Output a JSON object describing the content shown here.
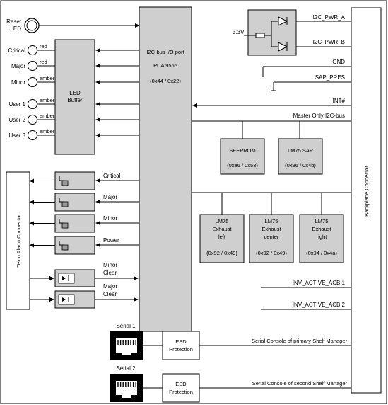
{
  "reset_led": {
    "line1": "Reset",
    "line2": "LED"
  },
  "leds": [
    {
      "label": "Critical",
      "color": "red"
    },
    {
      "label": "Major",
      "color": "red"
    },
    {
      "label": "Minor",
      "color": "amber"
    },
    {
      "label": "User 1",
      "color": "amber"
    },
    {
      "label": "User 2",
      "color": "amber"
    },
    {
      "label": "User 3",
      "color": "amber"
    }
  ],
  "led_buffer": {
    "line1": "LED",
    "line2": "Buffer"
  },
  "io_port": {
    "line1": "I2C-bus I/O port",
    "line2": "PCA 9555",
    "line3": "(0x44 / 0x22)"
  },
  "power": {
    "voltage": "3.3V",
    "pwr_a": "I2C_PWR_A",
    "pwr_b": "I2C_PWR_B"
  },
  "signals": {
    "gnd": "GND",
    "sap_pres": "SAP_PRES",
    "int": "INT#",
    "master_only": "Master Only I2C-bus",
    "inv_acb1": "INV_ACTIVE_ACB 1",
    "inv_acb2": "INV_ACTIVE_ACB 2"
  },
  "seeprom": {
    "line1": "SEEPROM",
    "line2": "(0xa6 / 0x53)"
  },
  "lm75_sap": {
    "line1": "LM75 SAP",
    "line2": "(0x96 / 0x4b)"
  },
  "exhaust": [
    {
      "line1": "LM75",
      "line2": "Exhaust",
      "line3": "left",
      "line4": "(0x92 / 0x49)"
    },
    {
      "line1": "LM75",
      "line2": "Exhaust",
      "line3": "center",
      "line4": "(0x92 / 0x49)"
    },
    {
      "line1": "LM75",
      "line2": "Exhaust",
      "line3": "right",
      "line4": "(0x94 / 0x4a)"
    }
  ],
  "alarm_connector": "Telco Alarm Connector",
  "relays": [
    "Critical",
    "Major",
    "Minor",
    "Power"
  ],
  "clears": [
    {
      "line1": "Minor",
      "line2": "Clear"
    },
    {
      "line1": "Major",
      "line2": "Clear"
    }
  ],
  "backplane": "Backplane Connector",
  "serial": [
    {
      "label": "Serial 1",
      "esd1": "ESD",
      "esd2": "Protection",
      "console": "Serial Console of primary Shelf Manager"
    },
    {
      "label": "Serial 2",
      "esd1": "ESD",
      "esd2": "Protection",
      "console": "Serial Console of second Shelf Manager"
    }
  ]
}
